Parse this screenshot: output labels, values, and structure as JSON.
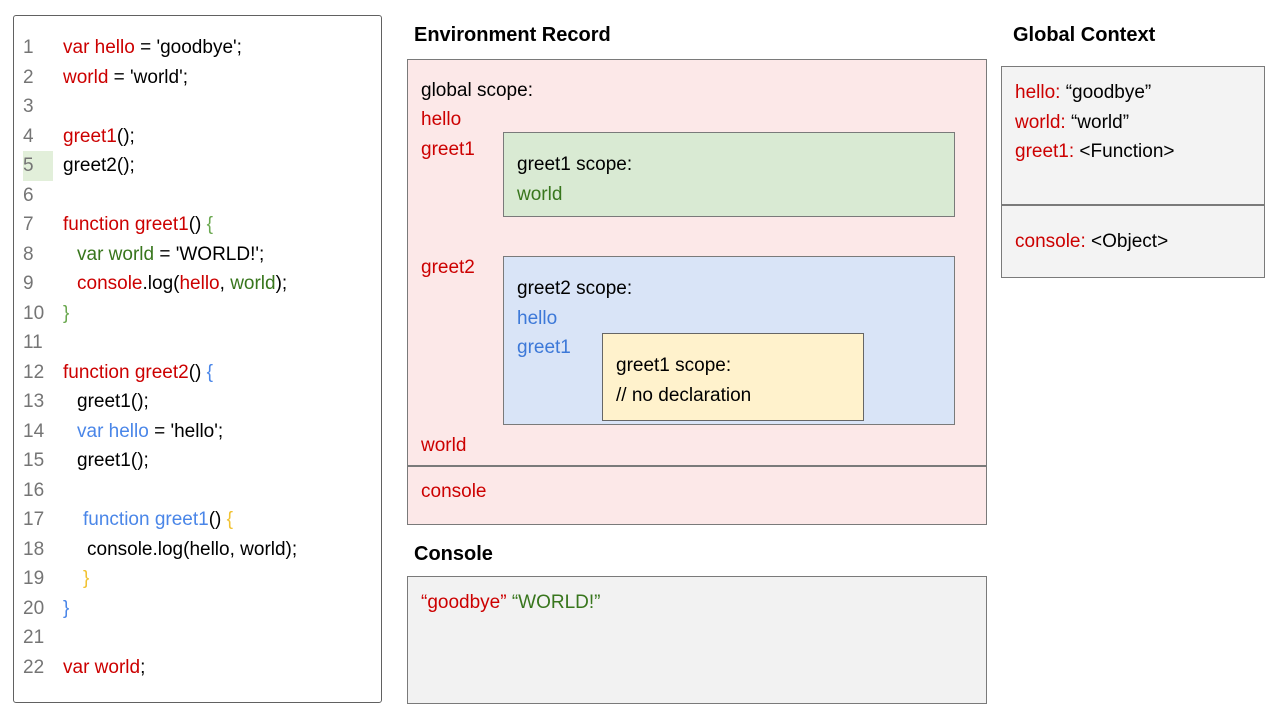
{
  "colors": {
    "red": "#cc0000",
    "green_dark": "#38761d",
    "green_brace": "#6aa84f",
    "blue_code": "#4a86e8",
    "blue_env": "#3c78d8",
    "orange_brace": "#f1c232",
    "pink_bg": "#fce8e8",
    "green_bg": "#d9ead3",
    "blue_bg": "#d9e4f7",
    "yellow_bg": "#fff2cc",
    "gray_bg": "#f3f3f3",
    "line_highlight_bg": "#e2efda",
    "line_number": "#757575"
  },
  "editor": {
    "highlighted_line": 5,
    "lines": [
      {
        "n": "1",
        "ind": 0,
        "hl": false,
        "seg": [
          [
            "r",
            "var hello"
          ],
          [
            "k",
            " = 'goodbye';"
          ]
        ]
      },
      {
        "n": "2",
        "ind": 0,
        "hl": false,
        "seg": [
          [
            "r",
            "world"
          ],
          [
            "k",
            " = 'world';"
          ]
        ]
      },
      {
        "n": "3",
        "ind": 0,
        "hl": false,
        "seg": []
      },
      {
        "n": "4",
        "ind": 0,
        "hl": false,
        "seg": [
          [
            "r",
            "greet1"
          ],
          [
            "k",
            "();"
          ]
        ]
      },
      {
        "n": "5",
        "ind": 0,
        "hl": true,
        "seg": [
          [
            "k",
            "greet2();"
          ]
        ]
      },
      {
        "n": "6",
        "ind": 0,
        "hl": false,
        "seg": []
      },
      {
        "n": "7",
        "ind": 0,
        "hl": false,
        "seg": [
          [
            "r",
            "function greet1"
          ],
          [
            "k",
            "() "
          ],
          [
            "gb",
            "{"
          ]
        ]
      },
      {
        "n": "8",
        "ind": 14,
        "hl": false,
        "seg": [
          [
            "g",
            "var world"
          ],
          [
            "k",
            " = 'WORLD!';"
          ]
        ]
      },
      {
        "n": "9",
        "ind": 14,
        "hl": false,
        "seg": [
          [
            "r",
            "console"
          ],
          [
            "k",
            ".log("
          ],
          [
            "r",
            "hello"
          ],
          [
            "k",
            ", "
          ],
          [
            "g",
            "world"
          ],
          [
            "k",
            ");"
          ]
        ]
      },
      {
        "n": "10",
        "ind": 0,
        "hl": false,
        "seg": [
          [
            "gb",
            "}"
          ]
        ]
      },
      {
        "n": "11",
        "ind": 0,
        "hl": false,
        "seg": []
      },
      {
        "n": "12",
        "ind": 0,
        "hl": false,
        "seg": [
          [
            "r",
            "function greet2"
          ],
          [
            "k",
            "() "
          ],
          [
            "b",
            "{"
          ]
        ]
      },
      {
        "n": "13",
        "ind": 14,
        "hl": false,
        "seg": [
          [
            "k",
            "greet1();"
          ]
        ]
      },
      {
        "n": "14",
        "ind": 14,
        "hl": false,
        "seg": [
          [
            "b",
            "var hello"
          ],
          [
            "k",
            " = 'hello';"
          ]
        ]
      },
      {
        "n": "15",
        "ind": 14,
        "hl": false,
        "seg": [
          [
            "k",
            "greet1();"
          ]
        ]
      },
      {
        "n": "16",
        "ind": 0,
        "hl": false,
        "seg": []
      },
      {
        "n": "17",
        "ind": 20,
        "hl": false,
        "seg": [
          [
            "b",
            "function greet1"
          ],
          [
            "k",
            "() "
          ],
          [
            "o",
            "{"
          ]
        ]
      },
      {
        "n": "18",
        "ind": 24,
        "hl": false,
        "seg": [
          [
            "k",
            "console.log(hello, world);"
          ]
        ]
      },
      {
        "n": "19",
        "ind": 20,
        "hl": false,
        "seg": [
          [
            "o",
            "}"
          ]
        ]
      },
      {
        "n": "20",
        "ind": 0,
        "hl": false,
        "seg": [
          [
            "b",
            "}"
          ]
        ]
      },
      {
        "n": "21",
        "ind": 0,
        "hl": false,
        "seg": []
      },
      {
        "n": "22",
        "ind": 0,
        "hl": false,
        "seg": [
          [
            "r",
            "var world"
          ],
          [
            "k",
            ";"
          ]
        ]
      }
    ]
  },
  "environment_record": {
    "title": "Environment Record",
    "global_scope_label": "global scope:",
    "hello_label": "hello",
    "greet1_label": "greet1",
    "greet2_label": "greet2",
    "world_label": "world",
    "console_label": "console",
    "greet1_scope": {
      "title": "greet1 scope:",
      "var1": "world"
    },
    "greet2_scope": {
      "title": "greet2 scope:",
      "var1": "hello",
      "var2": "greet1",
      "inner_scope": {
        "title": "greet1 scope:",
        "comment": "// no declaration"
      }
    }
  },
  "console_panel": {
    "title": "Console",
    "output": [
      [
        "r",
        "“goodbye”"
      ],
      [
        "k",
        " "
      ],
      [
        "g",
        "“WORLD!”"
      ]
    ]
  },
  "global_context": {
    "title": "Global Context",
    "bindings": [
      {
        "name": "hello:",
        "value": " “goodbye”"
      },
      {
        "name": "world:",
        "value": " “world”"
      },
      {
        "name": "greet1:",
        "value": " <Function>"
      }
    ],
    "console_binding": {
      "name": "console:",
      "value": " <Object>"
    }
  }
}
